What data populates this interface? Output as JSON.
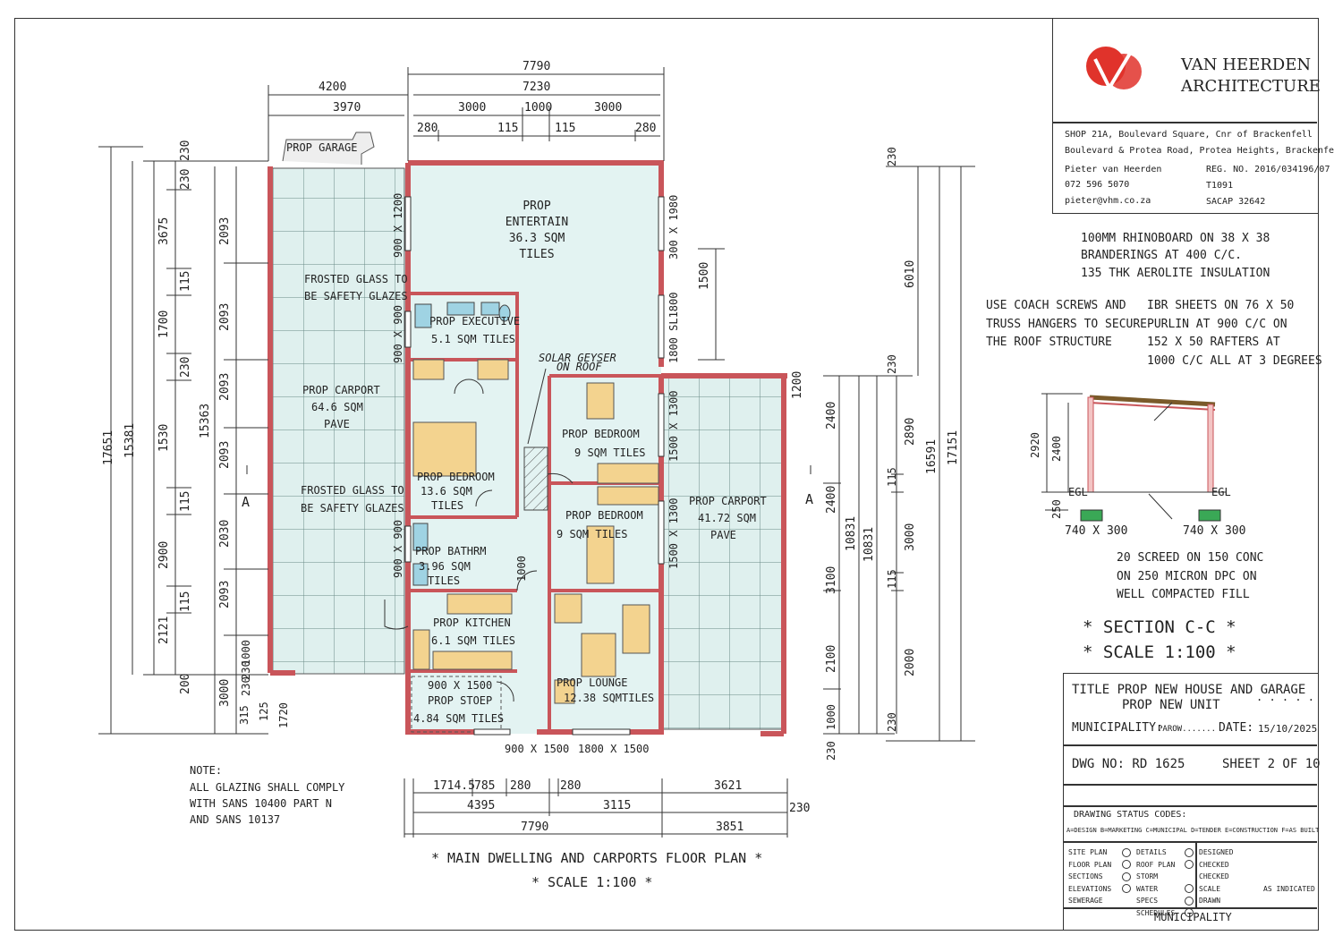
{
  "firm": {
    "name_line1": "VAN HEERDEN",
    "name_line2": "ARCHITECTURE",
    "address_line1": "SHOP 21A, Boulevard Square, Cnr of Brackenfell",
    "address_line2": "Boulevard & Protea Road, Protea Heights, Brackenfell",
    "person": "Pieter van Heerden",
    "phone": "072 596 5070",
    "email": "pieter@vhm.co.za",
    "reg_no": "REG. NO. 2016/034196/07",
    "t_no": "T1091",
    "sacap": "SACAP 32642",
    "brand_color": "#e0332b"
  },
  "notes_right": {
    "roof_spec_1": "100MM RHINOBOARD ON 38 X 38",
    "roof_spec_2": "BRANDERINGS AT 400 C/C.",
    "roof_spec_3": "135 THK AEROLITE INSULATION",
    "coach_1": "USE COACH SCREWS AND",
    "coach_2": "TRUSS HANGERS TO SECURE",
    "coach_3": "THE ROOF STRUCTURE",
    "ibr_1": "IBR SHEETS ON 76 X 50",
    "ibr_2": "PURLIN AT 900 C/C ON",
    "ibr_3": "152 X 50 RAFTERS AT",
    "ibr_4": "1000 C/C ALL AT 3 DEGREES",
    "screed_1": "20 SCREED ON 150 CONC",
    "screed_2": "ON 250 MICRON DPC ON",
    "screed_3": "WELL COMPACTED FILL"
  },
  "section": {
    "title": "* SECTION C-C *",
    "scale": "* SCALE 1:100 *",
    "dim_2920": "2920",
    "dim_2400": "2400",
    "dim_250": "250",
    "egl_left": "EGL",
    "egl_right": "EGL",
    "footing_left": "740 X 300",
    "footing_right": "740 X 300"
  },
  "title_block": {
    "title_line1": "TITLE PROP NEW HOUSE AND GARAGE",
    "title_line2": "PROP NEW UNIT",
    "dots": ". . . . .",
    "municipality_label": "MUNICIPALITY:",
    "municipality_value": "PAROW.......",
    "date_label": "DATE:",
    "date_value": "15/10/2025",
    "dwg_no": "DWG NO: RD 1625",
    "sheet": "SHEET 2 OF 10",
    "status_heading": "DRAWING STATUS CODES:",
    "status_codes": "A=DESIGN B=MARKETING C=MUNICIPAL D=TENDER E=CONSTRUCTION F=AS BUILT",
    "checklist_left": [
      "SITE PLAN",
      "FLOOR PLAN",
      "SECTIONS",
      "ELEVATIONS",
      "SEWERAGE"
    ],
    "checklist_mid": [
      "DETAILS",
      "ROOF PLAN",
      "STORM WATER",
      "SPECS",
      "SCHEDULES"
    ],
    "checklist_right": [
      "DESIGNED",
      "CHECKED",
      "CHECKED",
      "SCALE",
      "DRAWN"
    ],
    "scale_value": "AS INDICATED",
    "footer": "MUNICIPALITY"
  },
  "plan": {
    "title": "* MAIN DWELLING AND CARPORTS FLOOR PLAN *",
    "scale": "* SCALE 1:100 *",
    "note_1": "NOTE:",
    "note_2": "ALL GLAZING SHALL COMPLY",
    "note_3": "WITH SANS 10400 PART N",
    "note_4": "AND SANS 10137",
    "rooms": {
      "garage": "PROP GARAGE",
      "entertain_1": "PROP",
      "entertain_2": "ENTERTAIN",
      "entertain_3": "36.3 SQM",
      "entertain_4": "TILES",
      "executive_1": "PROP EXECUTIVE",
      "executive_2": "5.1 SQM TILES",
      "frosted_a1": "FROSTED GLASS TO",
      "frosted_a2": "BE SAFETY GLAZES",
      "carport_l1": "PROP CARPORT",
      "carport_l2": "64.6 SQM",
      "carport_l3": "PAVE",
      "frosted_b1": "FROSTED GLASS TO",
      "frosted_b2": "BE SAFETY GLAZES",
      "bed1_1": "PROP BEDROOM",
      "bed1_2": "13.6 SQM",
      "bed1_3": "TILES",
      "bath_1": "PROP BATHRM",
      "bath_2": "3.96 SQM",
      "bath_3": "TILES",
      "kitchen_1": "PROP KITCHEN",
      "kitchen_2": "6.1 SQM TILES",
      "stoep_1": "900 X 1500",
      "stoep_2": "PROP STOEP",
      "stoep_3": "4.84 SQM TILES",
      "bed2_1": "PROP    BEDROOM",
      "bed2_2": "9 SQM TILES",
      "bed3_1": "PROP BEDROOM",
      "bed3_2": "9 SQM        TILES",
      "lounge_1": "PROP LOUNGE",
      "lounge_2": "12.38 SQMTILES",
      "carport_r1": "PROP CARPORT",
      "carport_r2": "41.72 SQM",
      "carport_r3": "PAVE",
      "solar_1": "SOLAR GEYSER",
      "solar_2": "ON ROOF",
      "section_a": "A"
    },
    "dims_top": [
      "7790",
      "4200",
      "7230",
      "3970",
      "3000",
      "1000",
      "3000",
      "280",
      "115",
      "115",
      "280"
    ],
    "dims_bottom": [
      "1714.5",
      "785",
      "280",
      "280",
      "3621",
      "4395",
      "3115",
      "230",
      "7790",
      "3851"
    ],
    "dims_left": [
      "17651",
      "15381",
      "15363",
      "230",
      "230",
      "3675",
      "115",
      "1700",
      "230",
      "1530",
      "115",
      "2900",
      "115",
      "2121",
      "200",
      "2093",
      "2093",
      "2093",
      "2093",
      "2030",
      "2093",
      "1000",
      "230",
      "3000",
      "230",
      "125",
      "315",
      "1720"
    ],
    "dims_right": [
      "230",
      "6010",
      "230",
      "2890",
      "115",
      "3000",
      "115",
      "2000",
      "230",
      "16591",
      "17151",
      "10831",
      "10831",
      "2400",
      "2400",
      "3100",
      "2100",
      "1000",
      "230",
      "1200",
      "1500"
    ],
    "window_labels": [
      "900 X 1200",
      "900 X 900",
      "900 X 900",
      "300 X 1980",
      "1800 SL1800",
      "1500 X 1300",
      "1500 X 1300",
      "1000",
      "900 X 1500",
      "1800 X 1500"
    ]
  }
}
